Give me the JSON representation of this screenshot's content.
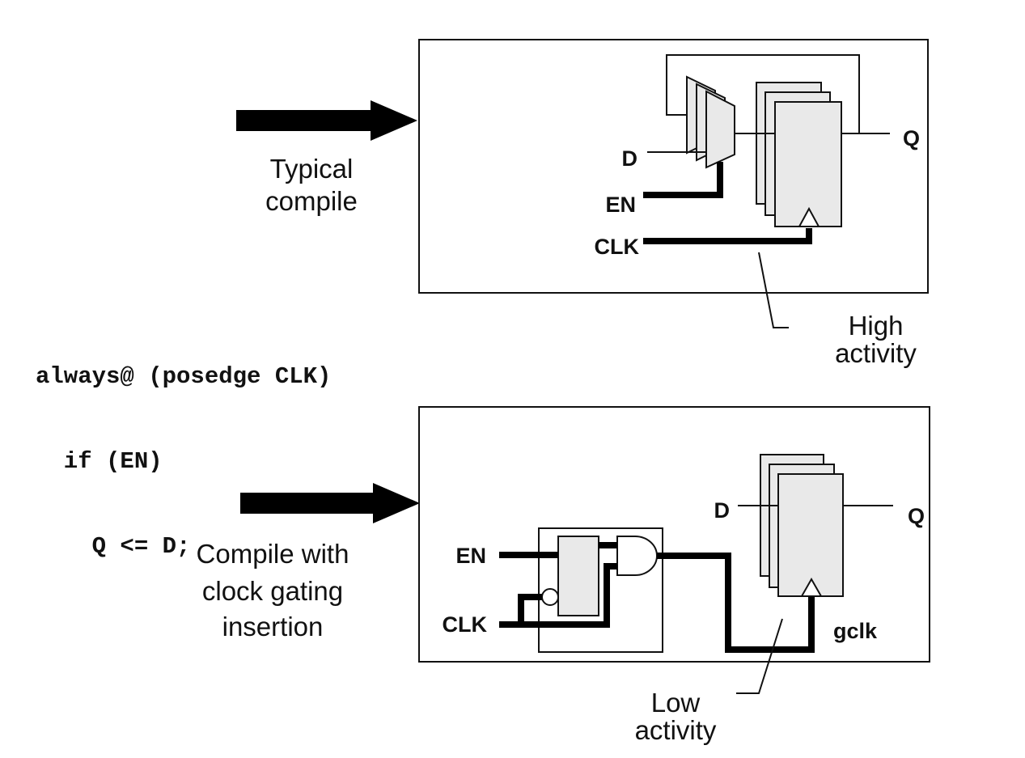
{
  "typical": {
    "caption_line1": "Typical",
    "caption_line2": "compile",
    "labels": {
      "d": "D",
      "en": "EN",
      "clk": "CLK",
      "q": "Q"
    },
    "activity_line1": "High",
    "activity_line2": "activity"
  },
  "code": {
    "line1": "always@ (posedge CLK)",
    "line2": "  if (EN)",
    "line3": "    Q <= D;"
  },
  "gated": {
    "caption_line1": "Compile with",
    "caption_line2": "clock gating",
    "caption_line3": "insertion",
    "labels": {
      "d": "D",
      "en": "EN",
      "clk": "CLK",
      "q": "Q",
      "gclk": "gclk"
    },
    "activity_line1": "Low",
    "activity_line2": "activity"
  }
}
